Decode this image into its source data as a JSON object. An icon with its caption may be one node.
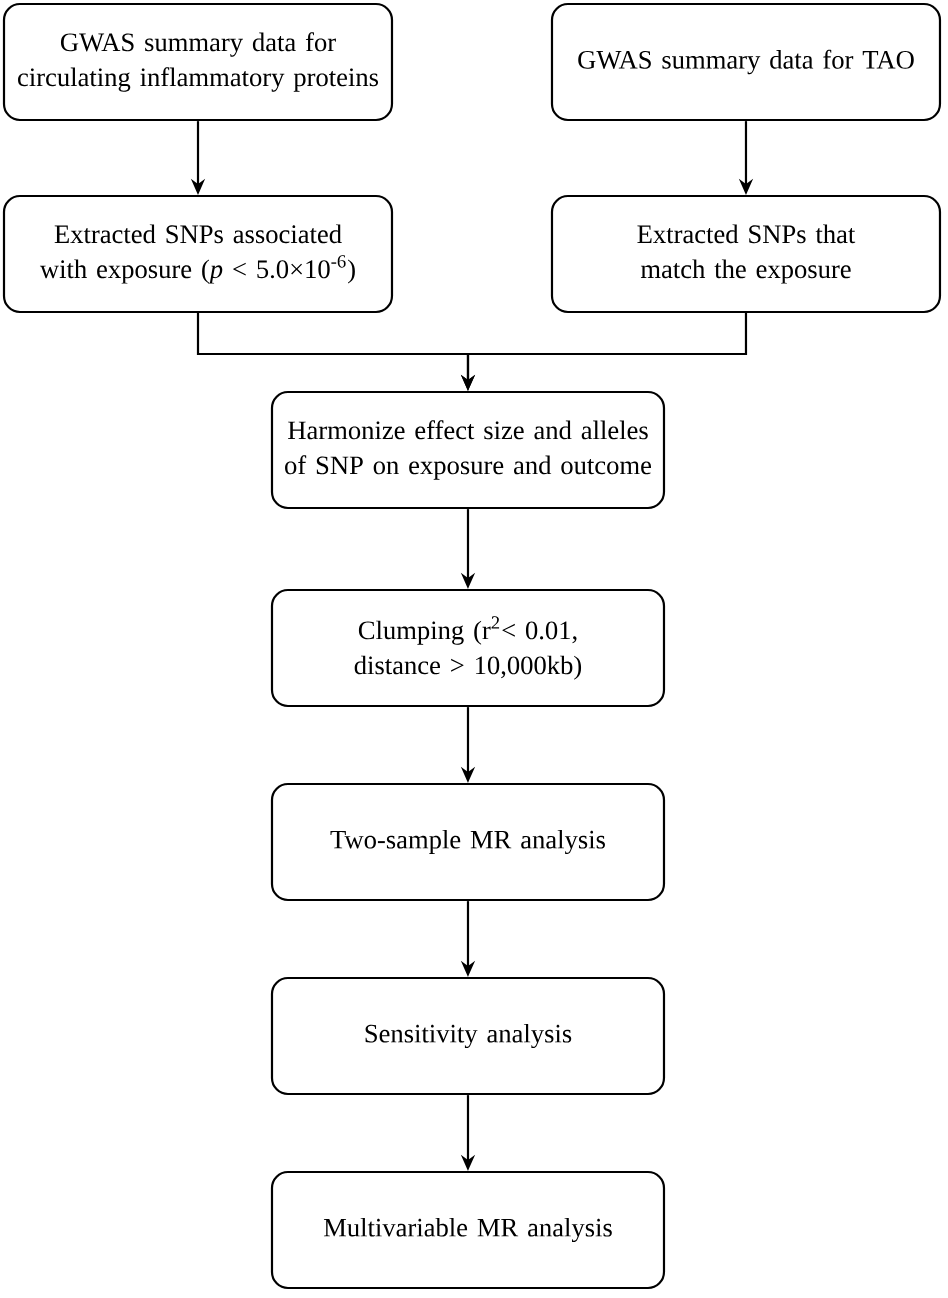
{
  "diagram": {
    "nodes": [
      {
        "text": [
          "GWAS summary data for circulating inflammatory proteins"
        ]
      },
      {
        "text": [
          "GWAS summary data for TAO"
        ]
      },
      {
        "text": [
          "Extracted SNPs associated with exposure (*p* < 5.0×10$^{-6}$)"
        ]
      },
      {
        "text": [
          "Extracted SNPs that match the exposure"
        ]
      },
      {
        "text": [
          "Harmonize effect size and alleles of SNP on exposure and outcome"
        ]
      },
      {
        "text": [
          "Clumping (r$^{2}$< 0.01, distance > 10,000kb)"
        ]
      },
      {
        "text": [
          "Two-sample MR analysis"
        ]
      },
      {
        "text": [
          "Sensitivity analysis"
        ]
      },
      {
        "text": [
          "Multivariable MR analysis"
        ]
      }
    ],
    "edges": [
      {
        "from": 0,
        "to": 2,
        "arrow": "to"
      },
      {
        "from": 1,
        "to": 3,
        "arrow": "to"
      },
      {
        "from": 2,
        "to": 4,
        "arrow": "to"
      },
      {
        "from": 3,
        "to": 4,
        "arrow": "to"
      },
      {
        "from": 4,
        "to": 5,
        "arrow": "to"
      },
      {
        "from": 5,
        "to": 6,
        "arrow": "to"
      },
      {
        "from": 6,
        "to": 7,
        "arrow": "to"
      },
      {
        "from": 7,
        "to": 8,
        "arrow": "to"
      }
    ]
  }
}
